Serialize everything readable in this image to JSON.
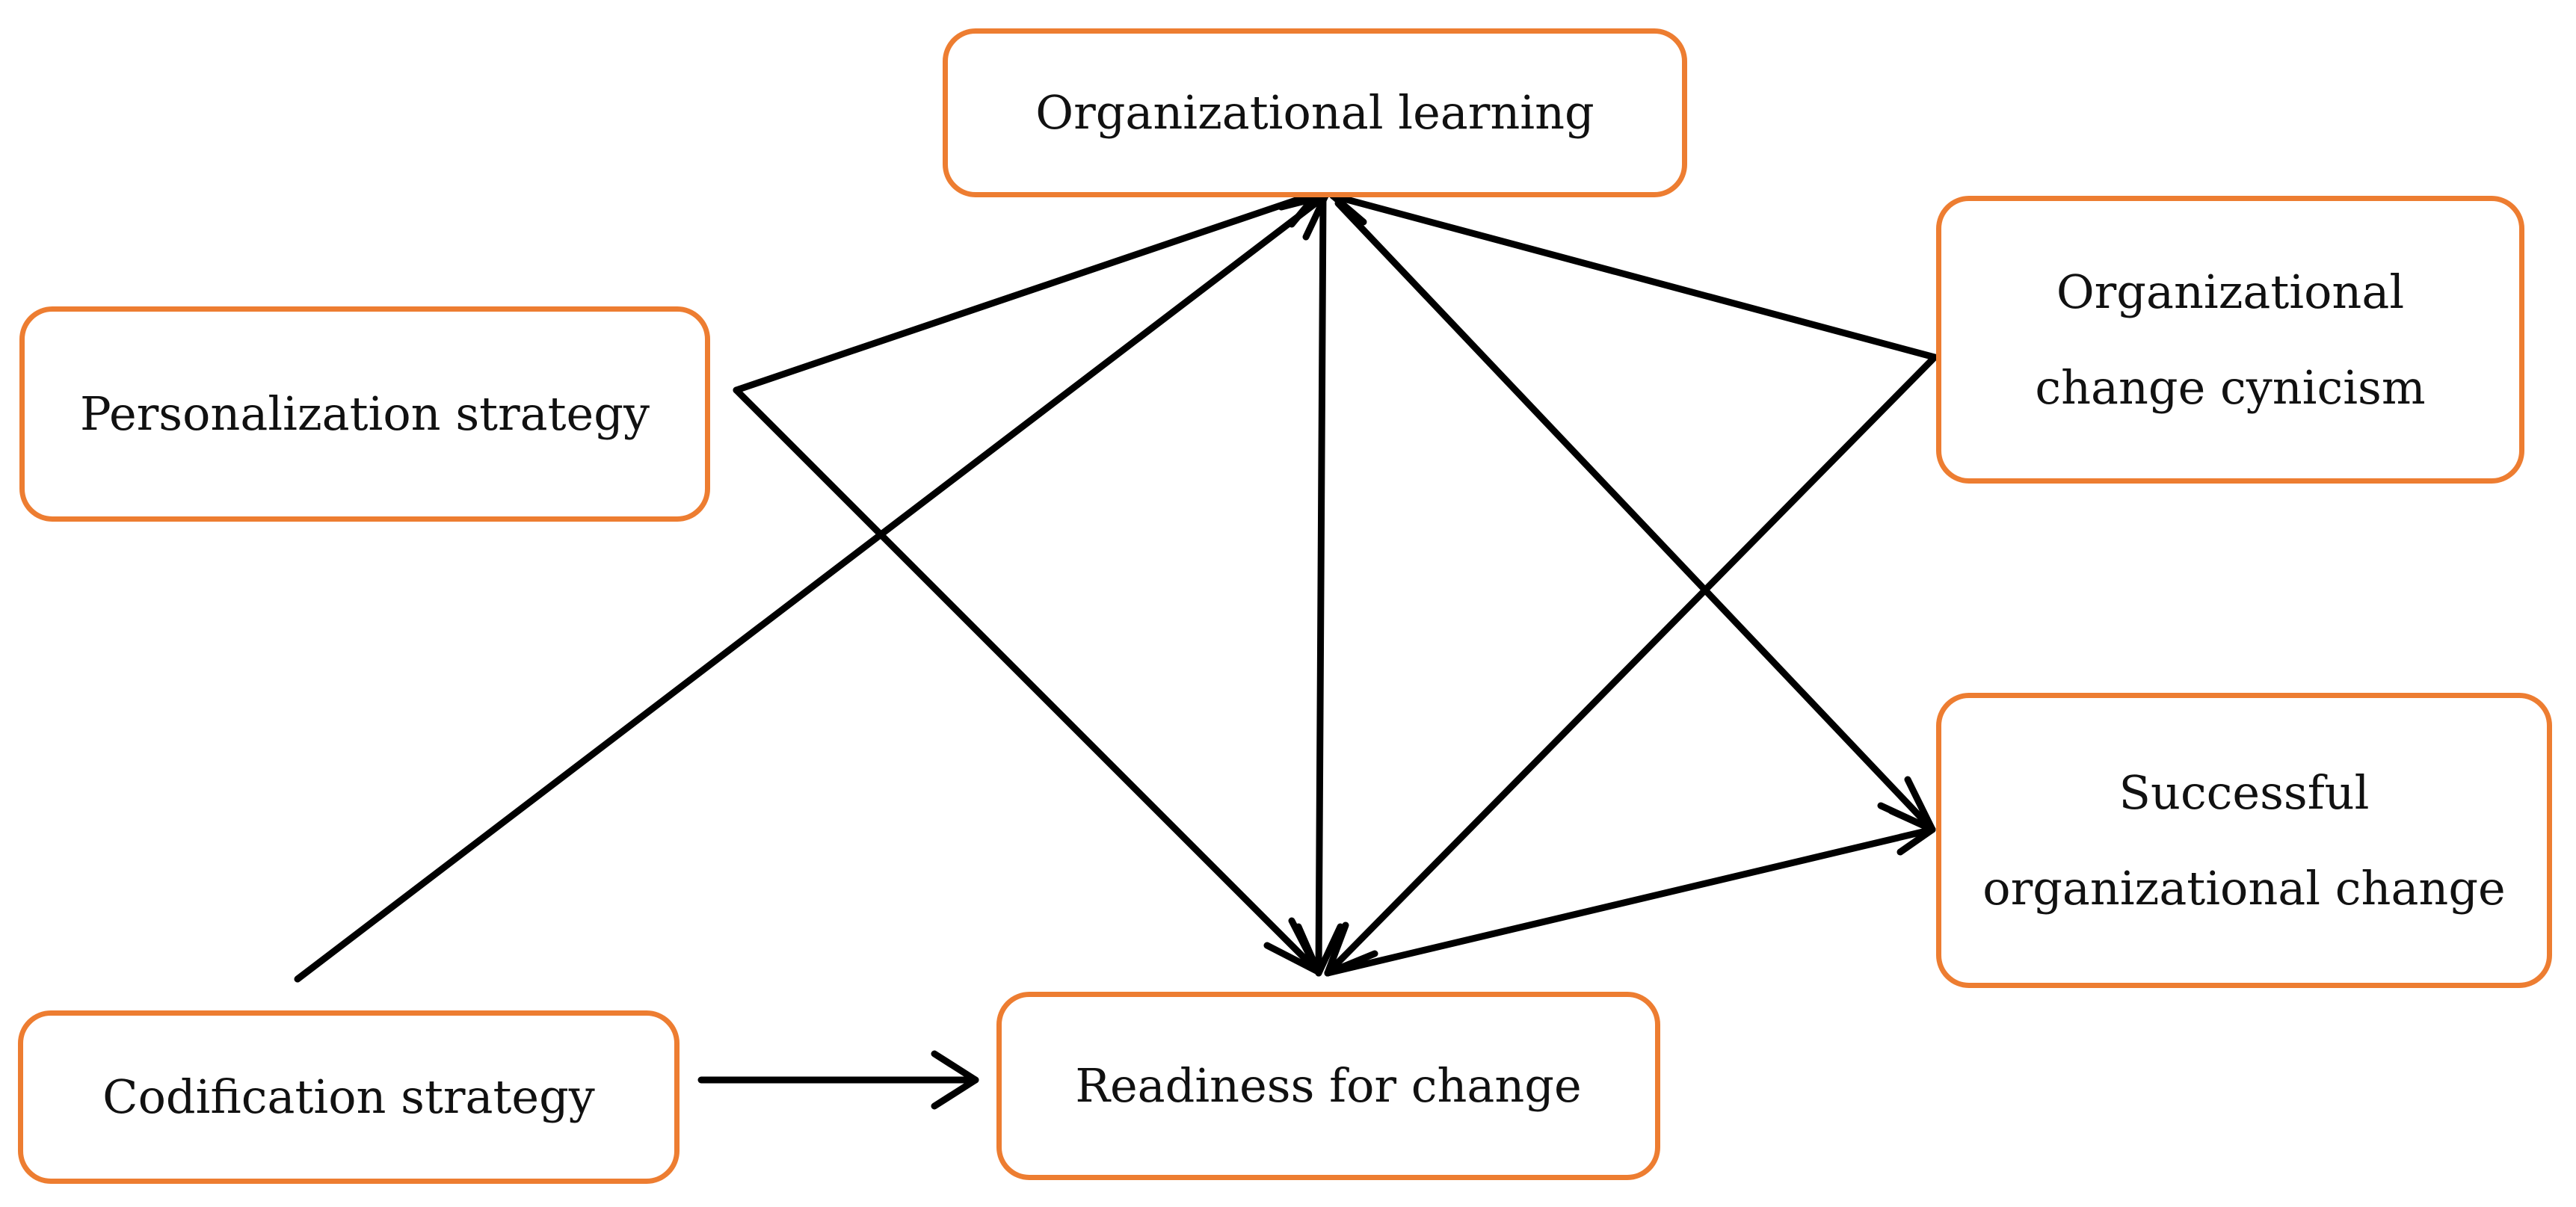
{
  "nodes": {
    "org_learning": {
      "lines": [
        "Organizational learning"
      ]
    },
    "personalization": {
      "lines": [
        "Personalization strategy"
      ]
    },
    "cynicism": {
      "lines": [
        "Organizational",
        "change cynicism"
      ]
    },
    "success": {
      "lines": [
        "Successful",
        "organizational change"
      ]
    },
    "codification": {
      "lines": [
        "Codification strategy"
      ]
    },
    "readiness": {
      "lines": [
        "Readiness for change"
      ]
    }
  },
  "edges": [
    {
      "from": "Personalization strategy",
      "to": "Organizational learning"
    },
    {
      "from": "Personalization strategy",
      "to": "Readiness for change"
    },
    {
      "from": "Codification strategy",
      "to": "Organizational learning"
    },
    {
      "from": "Codification strategy",
      "to": "Readiness for change"
    },
    {
      "from": "Organizational learning",
      "to": "Readiness for change"
    },
    {
      "from": "Organizational learning",
      "to": "Successful organizational change"
    },
    {
      "from": "Organizational change cynicism",
      "to": "Organizational learning"
    },
    {
      "from": "Organizational change cynicism",
      "to": "Readiness for change"
    },
    {
      "from": "Readiness for change",
      "to": "Successful organizational change"
    }
  ],
  "colors": {
    "node_border": "#ED7D31",
    "arrow": "#000000",
    "text": "#111111"
  }
}
